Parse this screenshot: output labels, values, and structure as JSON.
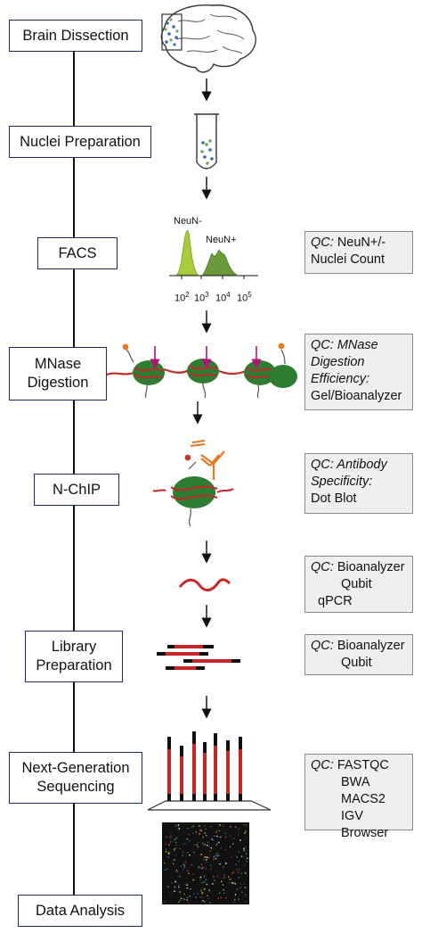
{
  "steps": {
    "brain_dissection": "Brain Dissection",
    "nuclei_preparation": "Nuclei Preparation",
    "facs": "FACS",
    "mnase_line1": "MNase",
    "mnase_line2": "Digestion",
    "nchip": "N-ChIP",
    "library_line1": "Library",
    "library_line2": "Preparation",
    "ngs_line1": "Next-Generation",
    "ngs_line2": "Sequencing",
    "data_analysis": "Data Analysis"
  },
  "facs_plot": {
    "neun_minus": "NeuN-",
    "neun_plus": "NeuN+",
    "ticks": [
      "10",
      "2",
      "10",
      "3",
      "10",
      "4",
      "10",
      "5"
    ]
  },
  "qc": {
    "prefix": "QC:",
    "facs_line1": "NeuN+/-",
    "facs_line2": "Nuclei Count",
    "mnase_line1": "MNase",
    "mnase_line2": "Digestion",
    "mnase_line3": "Efficiency:",
    "mnase_line4": "Gel/Bioanalyzer",
    "nchip_line1": "Antibody",
    "nchip_line2": "Specificity:",
    "nchip_line3": "Dot Blot",
    "dna_line1": "Bioanalyzer",
    "dna_line2": "Qubit",
    "dna_line3": "qPCR",
    "lib_line1": "Bioanalyzer",
    "lib_line2": "Qubit",
    "ngs_line1": "FASTQC",
    "ngs_line2": "BWA",
    "ngs_line3": "MACS2",
    "ngs_line4": "IGV Browser"
  },
  "colors": {
    "box_border": "#1e2a5a",
    "nucleosome_green": "#2e7d32",
    "dna_red": "#c62828",
    "mnase_arrow_magenta": "#b0127a",
    "facs_green_light": "#a6ce39",
    "facs_green_dark": "#6a9a3a",
    "antibody_orange": "#e87722",
    "qc_fill": "#efefef"
  }
}
